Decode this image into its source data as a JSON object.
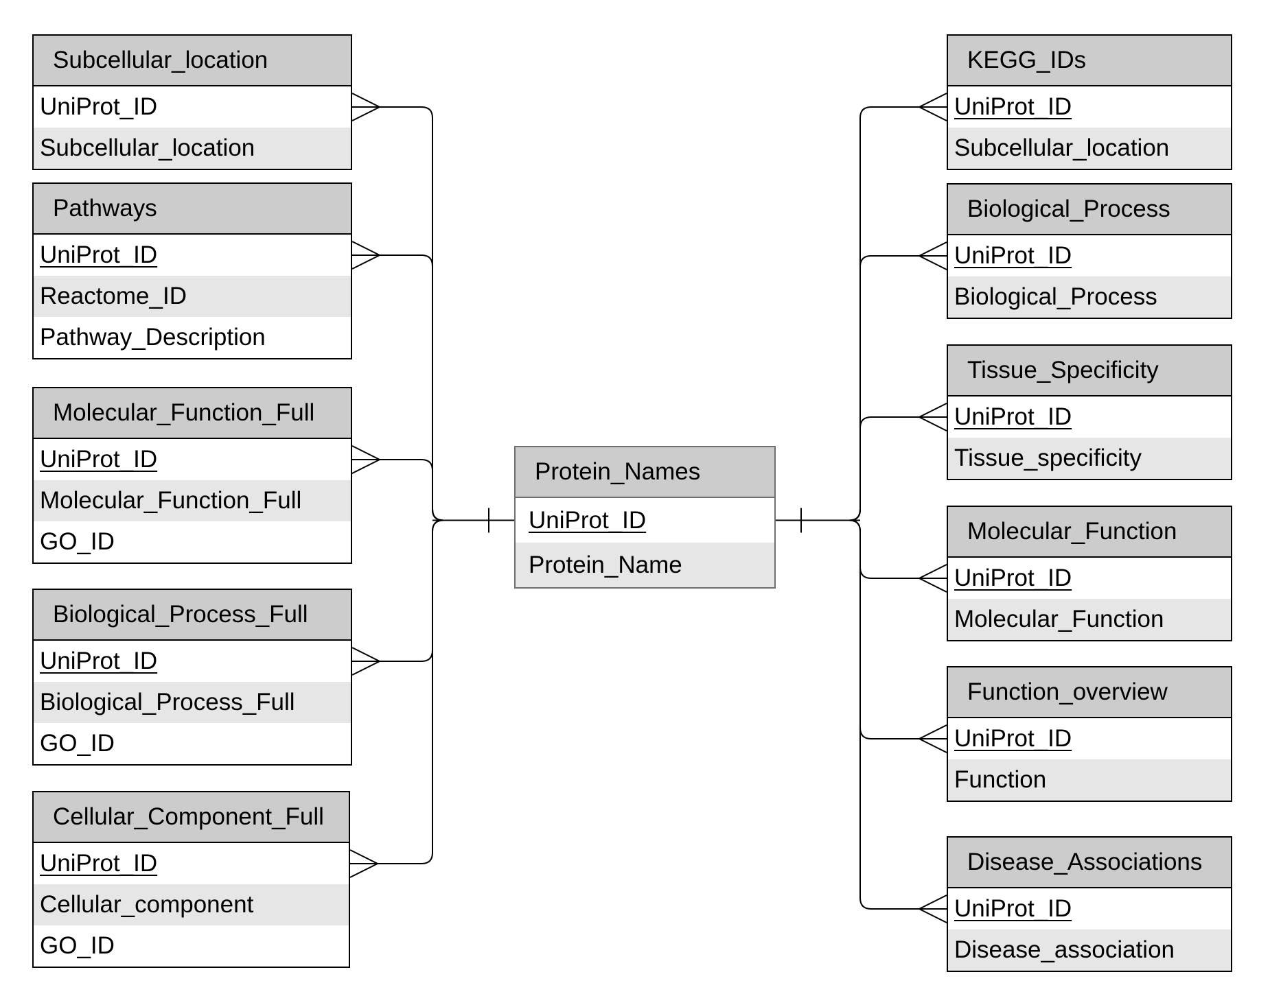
{
  "diagram": {
    "center_entity": {
      "id": "protein_names",
      "title": "Protein_Names",
      "fields": [
        {
          "name": "UniProt_ID",
          "key": true
        },
        {
          "name": "Protein_Name",
          "key": false
        }
      ]
    },
    "left_entities": [
      {
        "id": "subcellular_location_left",
        "title": "Subcellular_location",
        "fields": [
          {
            "name": "UniProt_ID",
            "key": false
          },
          {
            "name": "Subcellular_location",
            "key": false
          }
        ]
      },
      {
        "id": "pathways",
        "title": "Pathways",
        "fields": [
          {
            "name": "UniProt_ID",
            "key": true
          },
          {
            "name": "Reactome_ID",
            "key": false
          },
          {
            "name": "Pathway_Description",
            "key": false
          }
        ]
      },
      {
        "id": "molecular_function_full",
        "title": "Molecular_Function_Full",
        "fields": [
          {
            "name": "UniProt_ID",
            "key": true
          },
          {
            "name": "Molecular_Function_Full",
            "key": false
          },
          {
            "name": "GO_ID",
            "key": false
          }
        ]
      },
      {
        "id": "biological_process_full",
        "title": "Biological_Process_Full",
        "fields": [
          {
            "name": "UniProt_ID",
            "key": true
          },
          {
            "name": "Biological_Process_Full",
            "key": false
          },
          {
            "name": "GO_ID",
            "key": false
          }
        ]
      },
      {
        "id": "cellular_component_full",
        "title": "Cellular_Component_Full",
        "fields": [
          {
            "name": "UniProt_ID",
            "key": true
          },
          {
            "name": "Cellular_component",
            "key": false
          },
          {
            "name": "GO_ID",
            "key": false
          }
        ]
      }
    ],
    "right_entities": [
      {
        "id": "kegg_ids",
        "title": "KEGG_IDs",
        "fields": [
          {
            "name": "UniProt_ID",
            "key": true
          },
          {
            "name": "Subcellular_location",
            "key": false
          }
        ]
      },
      {
        "id": "biological_process",
        "title": "Biological_Process",
        "fields": [
          {
            "name": "UniProt_ID",
            "key": true
          },
          {
            "name": "Biological_Process",
            "key": false
          }
        ]
      },
      {
        "id": "tissue_specificity",
        "title": "Tissue_Specificity",
        "fields": [
          {
            "name": "UniProt_ID",
            "key": true
          },
          {
            "name": "Tissue_specificity",
            "key": false
          }
        ]
      },
      {
        "id": "molecular_function",
        "title": "Molecular_Function",
        "fields": [
          {
            "name": "UniProt_ID",
            "key": true
          },
          {
            "name": "Molecular_Function",
            "key": false
          }
        ]
      },
      {
        "id": "function_overview",
        "title": "Function_overview",
        "fields": [
          {
            "name": "UniProt_ID",
            "key": true
          },
          {
            "name": "Function",
            "key": false
          }
        ]
      },
      {
        "id": "disease_associations",
        "title": "Disease_Associations",
        "fields": [
          {
            "name": "UniProt_ID",
            "key": true
          },
          {
            "name": "Disease_association",
            "key": false
          }
        ]
      }
    ],
    "relationships": {
      "center_end": "one",
      "table_end": "many"
    }
  }
}
